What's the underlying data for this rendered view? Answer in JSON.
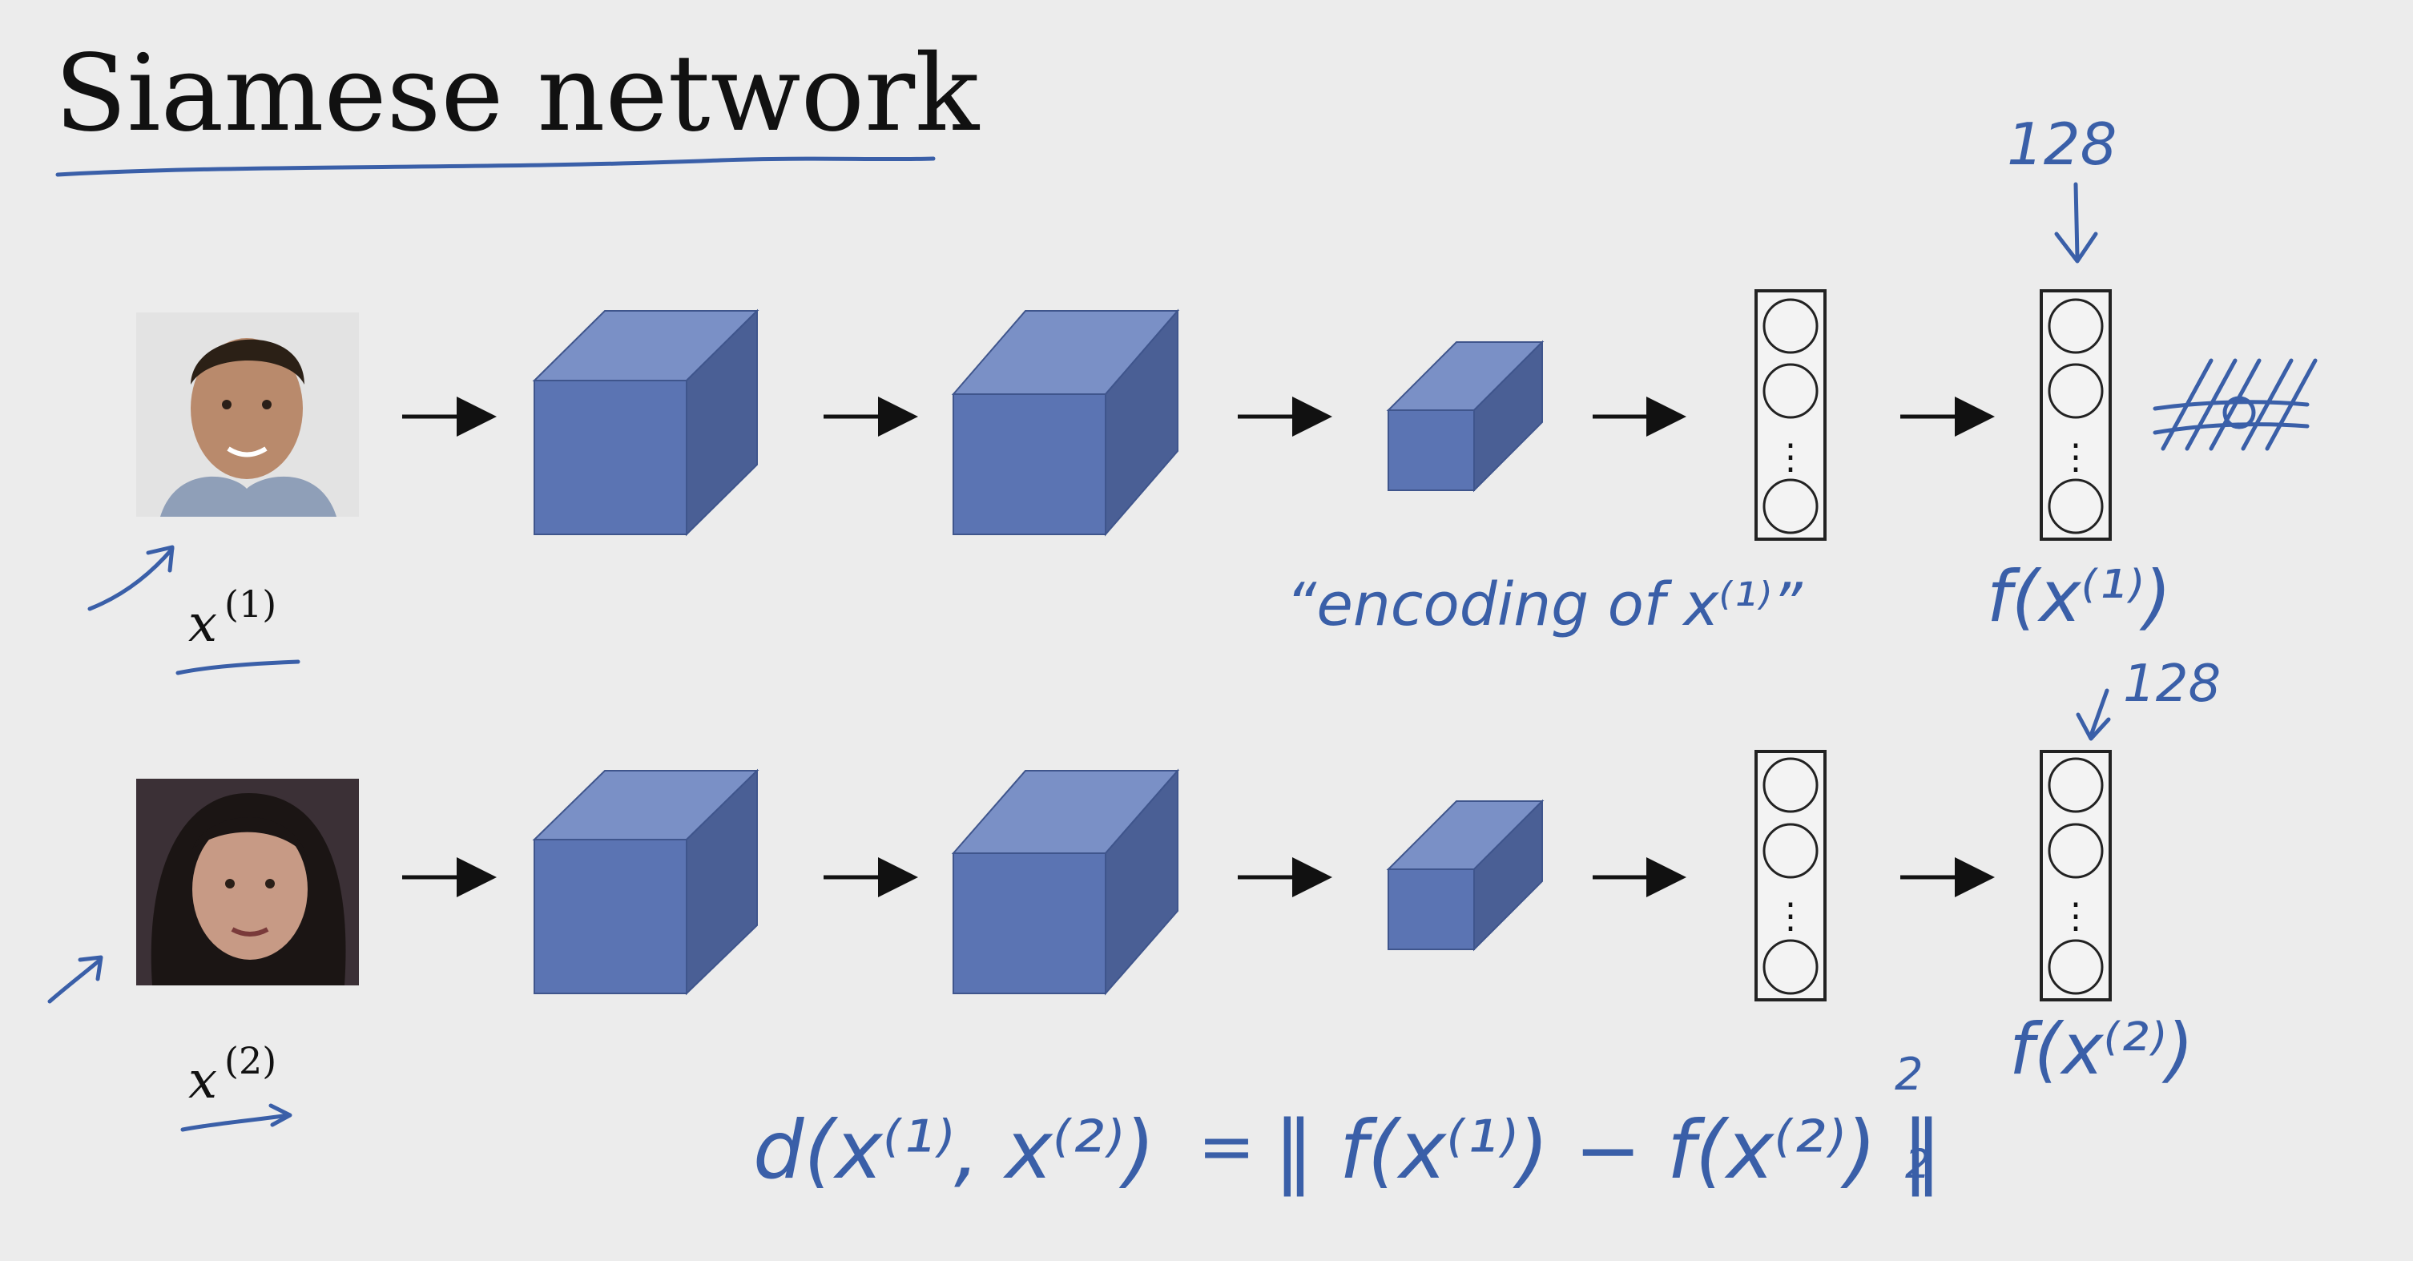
{
  "slide": {
    "title": "Siamese network",
    "background": "#ececec",
    "accent_color": "#5b74b3",
    "ink_color": "#3a5fa8"
  },
  "inputs": [
    {
      "label_var": "x",
      "label_sup": "(1)",
      "image": "face-photo-man"
    },
    {
      "label_var": "x",
      "label_sup": "(2)",
      "image": "face-photo-woman"
    }
  ],
  "annotations": {
    "top_dim": "128",
    "bottom_dim": "128",
    "encoding_note": "“encoding of x⁽¹⁾”",
    "f_top": "f(x⁽¹⁾)",
    "f_bottom": "f(x⁽²⁾)",
    "distance_formula_lhs": "d(x⁽¹⁾, x⁽²⁾)",
    "distance_formula_eq": "=",
    "distance_formula_rhs": "‖ f(x⁽¹⁾) − f(x⁽²⁾) ‖",
    "distance_sup": "2",
    "distance_sub": "2",
    "vector_ellipsis": "⋮"
  }
}
